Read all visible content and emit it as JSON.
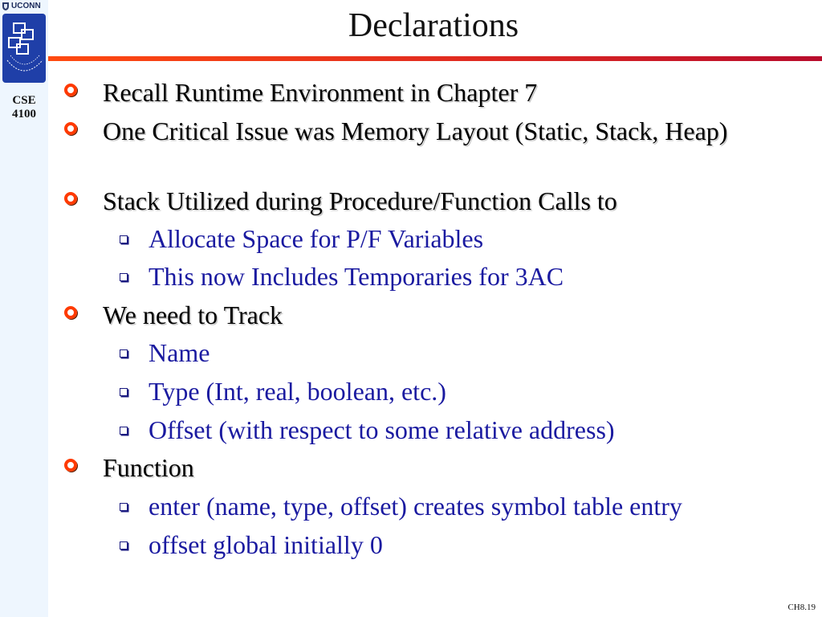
{
  "sidebar": {
    "university": "UCONN",
    "course_line1": "CSE",
    "course_line2": "4100"
  },
  "slide": {
    "title": "Declarations",
    "items": [
      {
        "level": 1,
        "text": "Recall Runtime Environment in Chapter 7"
      },
      {
        "level": 1,
        "text": "One Critical Issue was Memory Layout (Static, Stack, Heap)"
      },
      {
        "level": 1,
        "text": "Stack Utilized during Procedure/Function Calls to"
      },
      {
        "level": 2,
        "text": "Allocate Space for P/F Variables"
      },
      {
        "level": 2,
        "text": "This now Includes Temporaries for 3AC"
      },
      {
        "level": 1,
        "text": "We need to Track"
      },
      {
        "level": 2,
        "text": "Name"
      },
      {
        "level": 2,
        "text": "Type (Int, real, boolean, etc.)"
      },
      {
        "level": 2,
        "text": "Offset (with respect to some relative address)"
      },
      {
        "level": 1,
        "text": "Function"
      },
      {
        "level": 2,
        "text": "enter (name, type, offset) creates symbol table entry"
      },
      {
        "level": 2,
        "text": "offset global initially 0"
      }
    ],
    "footer": "CH8.19"
  },
  "colors": {
    "level1_text": "#000000",
    "level2_text": "#1a1aa0",
    "bullet_level1": "#ff3a00",
    "rule_start": "#ff4a10",
    "rule_end": "#b80c2c",
    "sidebar_bg": "#eef6fe"
  }
}
